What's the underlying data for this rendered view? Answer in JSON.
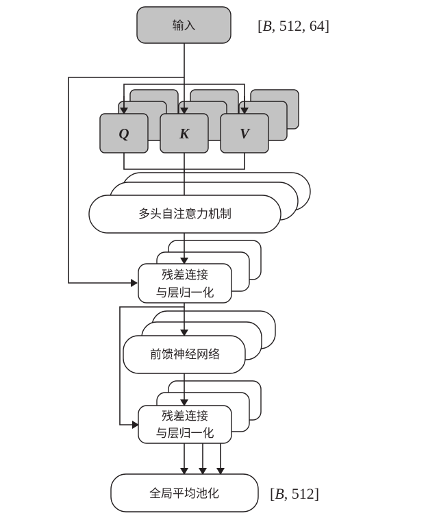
{
  "diagram": {
    "title": "Transformer encoder with global average pooling",
    "nodes": {
      "input": {
        "label": "输入",
        "shape_label": "[B, 512, 64]",
        "shape_var": "B",
        "shape_rest": ", 512, 64]"
      },
      "q": {
        "label": "Q"
      },
      "k": {
        "label": "K"
      },
      "v": {
        "label": "V"
      },
      "mhsa": {
        "label": "多头自注意力机制"
      },
      "addnorm1": {
        "line1": "残差连接",
        "line2": "与层归一化"
      },
      "ffn": {
        "label": "前馈神经网络"
      },
      "addnorm2": {
        "line1": "残差连接",
        "line2": "与层归一化"
      },
      "pool": {
        "label": "全局平均池化",
        "shape_label": "[B, 512]",
        "shape_var": "B",
        "shape_rest": ", 512]"
      }
    },
    "edges": [
      {
        "from": "input",
        "to": "q"
      },
      {
        "from": "input",
        "to": "k"
      },
      {
        "from": "input",
        "to": "v"
      },
      {
        "from": "q",
        "to": "mhsa"
      },
      {
        "from": "k",
        "to": "mhsa"
      },
      {
        "from": "v",
        "to": "mhsa"
      },
      {
        "from": "mhsa",
        "to": "addnorm1"
      },
      {
        "from": "input",
        "to": "addnorm1",
        "type": "residual"
      },
      {
        "from": "addnorm1",
        "to": "ffn"
      },
      {
        "from": "addnorm1",
        "to": "addnorm2",
        "type": "residual"
      },
      {
        "from": "ffn",
        "to": "addnorm2"
      },
      {
        "from": "addnorm2",
        "to": "pool",
        "count": 3
      }
    ],
    "colors": {
      "node_fill_gray": "#c3c3c3",
      "node_fill_white": "#ffffff",
      "stroke": "#231f20"
    }
  }
}
